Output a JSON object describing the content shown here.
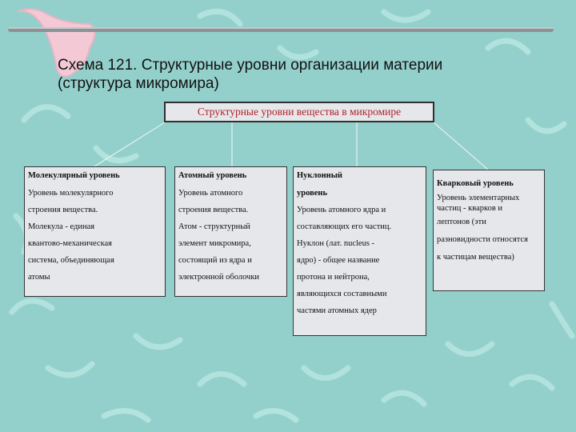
{
  "title": {
    "line1": "Схема 121. Структурные уровни организации материи",
    "line2": "(структура микромира)"
  },
  "header": {
    "label": "Структурные уровни вещества в микромире"
  },
  "levels": [
    {
      "title": "Молекулярный уровень",
      "lines": [
        "Уровень молекулярного",
        "строения вещества.",
        "Молекула - единая",
        "квантово-механическая",
        "система, объединяющая",
        "атомы"
      ]
    },
    {
      "title": "Атомный уровень",
      "lines": [
        "Уровень атомного",
        "строения вещества.",
        "Атом - структурный",
        "элемент микромира,",
        "состоящий из ядра и",
        "электронной оболочки"
      ]
    },
    {
      "title": "Нуклонный",
      "lines": [
        "уровень",
        "Уровень атомного ядра и",
        "составляющих его частиц.",
        "Нуклон (лат. nucleus -",
        "ядро) - общее название",
        "протона и нейтрона,",
        "являющихся составными",
        "частями атомных ядер"
      ]
    },
    {
      "title": "Кварковый уровень",
      "small_lines": [
        "Уровень элементарных",
        "частиц - кварков и"
      ],
      "lines": [
        "лептонов (эти",
        "разновидности относятся",
        "к частицам вещества)"
      ]
    }
  ],
  "colors": {
    "background": "#94d0cb",
    "box_fill": "#e6e7ea",
    "header_text": "#b1232b",
    "ornament": "#b8e6e1",
    "boomerang": "#f3c9d6"
  }
}
